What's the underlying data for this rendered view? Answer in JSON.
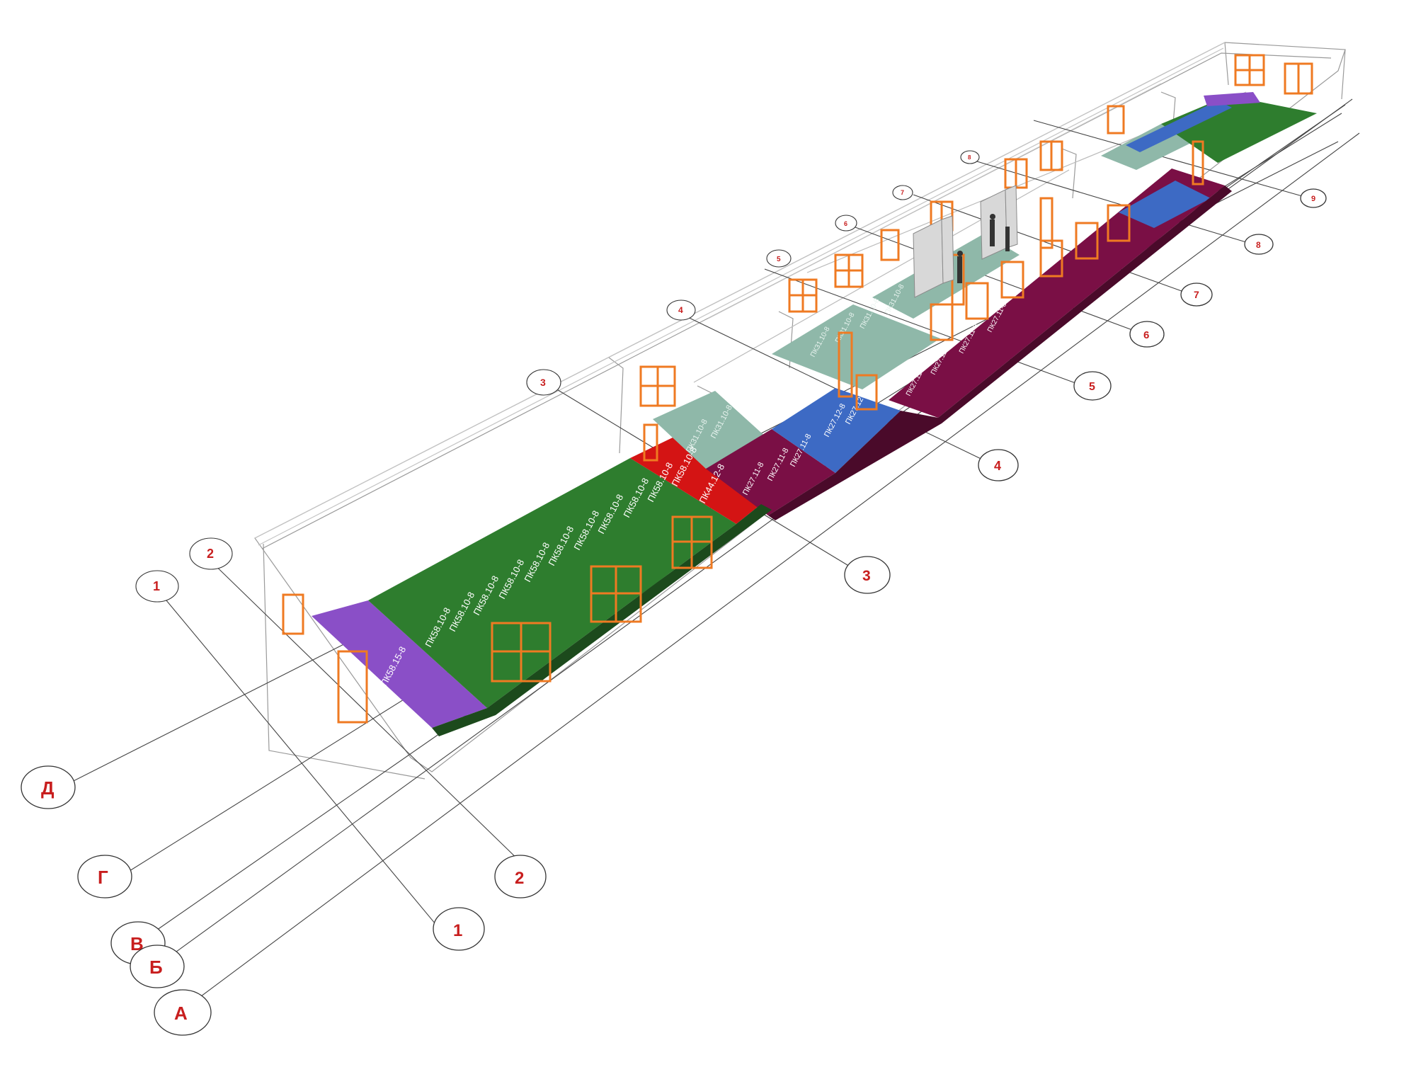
{
  "colors": {
    "green": "#2e7d2e",
    "purple": "#8a4fc7",
    "red": "#d41414",
    "maroon": "#7a0f45",
    "blue": "#3d6ac4",
    "teal": "#8fb8a9",
    "window_orange": "#ef7a22",
    "axis_red": "#c81e1e",
    "outline_gray": "#9a9a9a"
  },
  "axes_letters": [
    "Д",
    "Г",
    "В",
    "Б",
    "А"
  ],
  "axes_front_numbers": [
    "1",
    "2",
    "3",
    "4",
    "5",
    "6",
    "7",
    "8",
    "9"
  ],
  "axes_back_numbers": [
    "1",
    "2",
    "3",
    "4",
    "5",
    "6",
    "7",
    "8"
  ],
  "slab_labels": {
    "purple": [
      "ПК58.15-8"
    ],
    "green_front": [
      "ПК58.10-8",
      "ПК58.10-8",
      "ПК58.10-8",
      "ПК58.10-8",
      "ПК58.10-8",
      "ПК58.10-8",
      "ПК58.10-8",
      "ПК58.10-8",
      "ПК58.10-8",
      "ПК58.10-8",
      "ПК58.10-8"
    ],
    "red": [
      "ПК44.12-8"
    ],
    "teal_a": [
      "ПК31.10-8",
      "ПК31.10-8"
    ],
    "maroon_a": [
      "ПК27.11-8",
      "ПК27.11-8",
      "ПК27.11-8"
    ],
    "blue_a": [
      "ПК27.12-8",
      "ПК27.12-8"
    ],
    "teal_b": [
      "ПК31.10-8",
      "ПК31.10-8",
      "ПК31.10-8",
      "ПК31.10-8"
    ],
    "maroon_b": [
      "ПК27.11-8",
      "ПК27.11-8",
      "ПК27.11-8",
      "ПК27.11-8"
    ]
  }
}
